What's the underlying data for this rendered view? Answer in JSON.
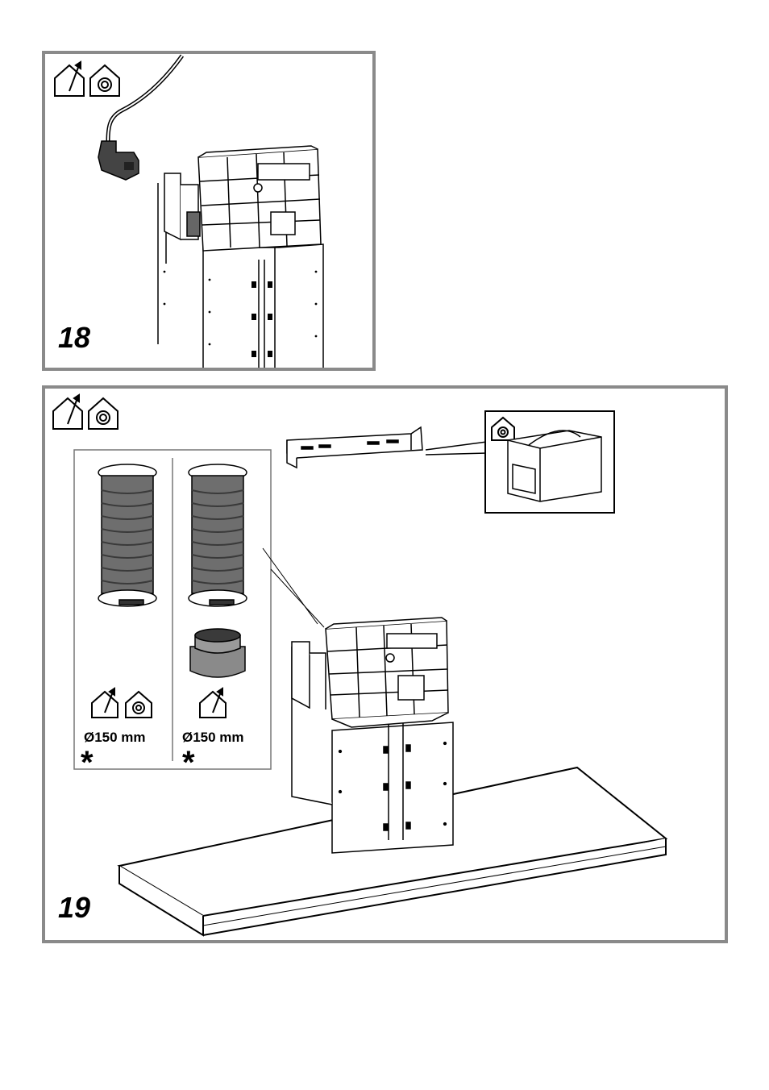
{
  "steps": {
    "step18": {
      "number": "18"
    },
    "step19": {
      "number": "19"
    }
  },
  "options": {
    "left": {
      "diameter": "Ø150 mm",
      "mark": "*"
    },
    "right": {
      "diameter": "Ø150 mm",
      "mark": "*"
    }
  },
  "icons": {
    "ducted": "house-outlet-icon",
    "recirculating": "house-recirculation-icon"
  }
}
